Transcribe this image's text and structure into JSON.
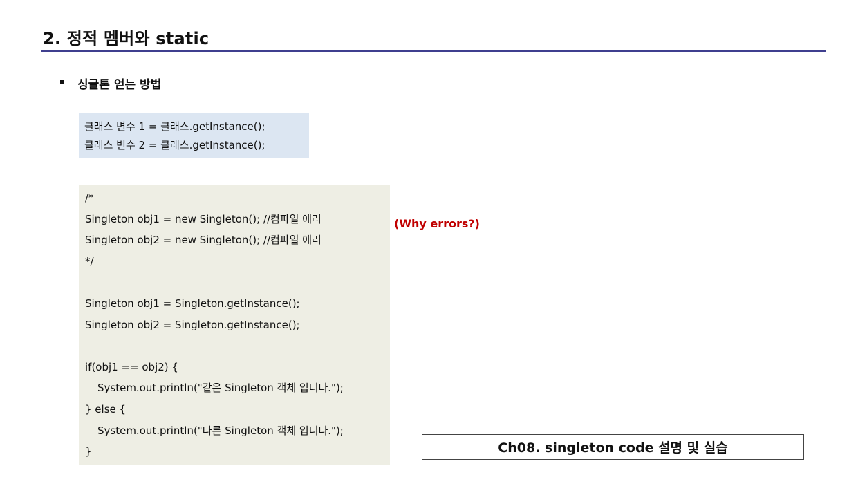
{
  "header": {
    "title": "2. 정적 멤버와 static"
  },
  "section": {
    "bullet_title": "싱글톤 얻는 방법"
  },
  "usage_box": {
    "lines": [
      "클래스 변수 1 = 클래스.getInstance();",
      "클래스 변수 2 = 클래스.getInstance();"
    ]
  },
  "code_box": {
    "lines": [
      "/*",
      "Singleton obj1 = new Singleton(); //컴파일 에러",
      "Singleton obj2 = new Singleton(); //컴파일 에러",
      "*/",
      "",
      "Singleton obj1 = Singleton.getInstance();",
      "Singleton obj2 = Singleton.getInstance();",
      "",
      "if(obj1 == obj2) {",
      "  System.out.println(\"같은 Singleton 객체 입니다.\");",
      "} else {",
      "  System.out.println(\"다른 Singleton 객체 입니다.\");",
      "}"
    ]
  },
  "annotation": {
    "text": "(Why errors?)",
    "color": "#c00000"
  },
  "caption": {
    "text": "Ch08. singleton code 설명 및 실습"
  },
  "colors": {
    "rule": "#3f3f8f",
    "usage_bg": "#dce6f2",
    "code_bg": "#eeeee4"
  }
}
